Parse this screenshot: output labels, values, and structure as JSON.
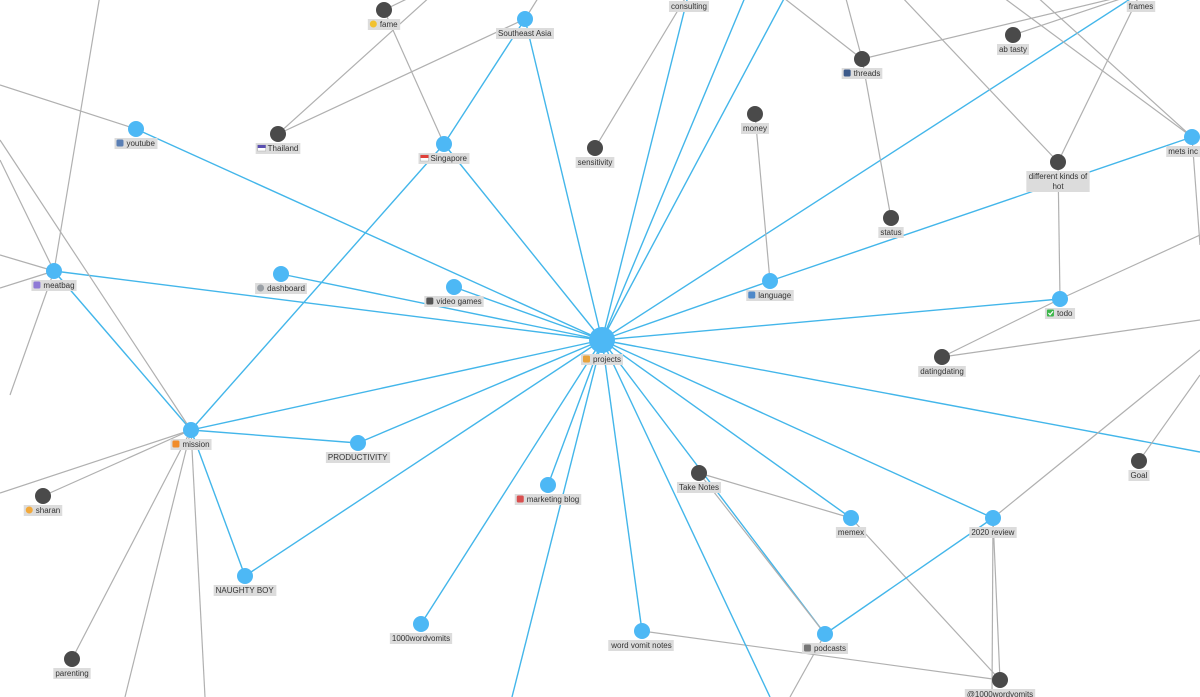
{
  "colors": {
    "active_edge": "#43b6ea",
    "inactive_edge": "#b0b0b0",
    "active_node": "#4db8f5",
    "inactive_node": "#4a4a4a",
    "label_bg": "#dcdcdc",
    "label_text": "#333333",
    "background": "#ffffff"
  },
  "graph": {
    "hub": "projects",
    "nodes": [
      {
        "id": "projects",
        "label": "projects",
        "icon": "flexed-biceps-icon",
        "active": true
      },
      {
        "id": "southeast-asia",
        "label": "Southeast Asia",
        "active": true
      },
      {
        "id": "singapore",
        "label": "Singapore",
        "icon": "singapore-flag-icon",
        "active": true
      },
      {
        "id": "youtube",
        "label": "youtube",
        "icon": "play-button-icon",
        "active": true
      },
      {
        "id": "meatbag",
        "label": "meatbag",
        "icon": "dna-icon",
        "active": true
      },
      {
        "id": "dashboard",
        "label": "dashboard",
        "icon": "gauge-icon",
        "active": true
      },
      {
        "id": "video-games",
        "label": "video games",
        "icon": "game-controller-icon",
        "active": true
      },
      {
        "id": "mission",
        "label": "mission",
        "icon": "fire-icon",
        "active": true
      },
      {
        "id": "productivity",
        "label": "PRODUCTIVITY",
        "active": true
      },
      {
        "id": "marketing-blog",
        "label": "marketing blog",
        "icon": "chart-up-icon",
        "active": true
      },
      {
        "id": "naughty-boy",
        "label": "NAUGHTY BOY",
        "active": true
      },
      {
        "id": "1000wordvomits",
        "label": "1000wordvomits",
        "active": true
      },
      {
        "id": "word-vomit-notes",
        "label": "word vomit notes",
        "active": true
      },
      {
        "id": "podcasts",
        "label": "podcasts",
        "icon": "microphone-icon",
        "active": true
      },
      {
        "id": "memex",
        "label": "memex",
        "active": true
      },
      {
        "id": "2020-review",
        "label": "2020 review",
        "active": true
      },
      {
        "id": "todo",
        "label": "todo",
        "icon": "check-mark-icon",
        "active": true
      },
      {
        "id": "language",
        "label": "language",
        "icon": "language-icon",
        "active": true
      },
      {
        "id": "mets-inc",
        "label": "mets inc",
        "active": true
      },
      {
        "id": "fame",
        "label": "fame",
        "icon": "star-face-icon",
        "active": false
      },
      {
        "id": "consulting",
        "label": "consulting",
        "active": false
      },
      {
        "id": "frames",
        "label": "frames",
        "active": false
      },
      {
        "id": "ab-tasty",
        "label": "ab tasty",
        "active": false
      },
      {
        "id": "threads",
        "label": "threads",
        "icon": "spool-icon",
        "active": false
      },
      {
        "id": "money",
        "label": "money",
        "active": false
      },
      {
        "id": "thailand",
        "label": "Thailand",
        "icon": "thailand-flag-icon",
        "active": false
      },
      {
        "id": "sensitivity",
        "label": "sensitivity",
        "active": false
      },
      {
        "id": "different-kinds-of-hot",
        "label": "different kinds of hot",
        "active": false
      },
      {
        "id": "status",
        "label": "status",
        "active": false
      },
      {
        "id": "datingdating",
        "label": "datingdating",
        "active": false
      },
      {
        "id": "goal",
        "label": "Goal",
        "active": false
      },
      {
        "id": "take-notes",
        "label": "Take Notes",
        "active": false
      },
      {
        "id": "sharan",
        "label": "sharan",
        "icon": "smiling-face-icon",
        "active": false
      },
      {
        "id": "parenting",
        "label": "parenting",
        "active": false
      },
      {
        "id": "1000wordvomits-handle",
        "label": "@1000wordvomits",
        "active": false
      }
    ],
    "edges": [
      [
        "projects",
        "southeast-asia"
      ],
      [
        "projects",
        "singapore"
      ],
      [
        "projects",
        "youtube"
      ],
      [
        "projects",
        "meatbag"
      ],
      [
        "projects",
        "dashboard"
      ],
      [
        "projects",
        "video-games"
      ],
      [
        "projects",
        "mission"
      ],
      [
        "projects",
        "productivity"
      ],
      [
        "projects",
        "marketing-blog"
      ],
      [
        "projects",
        "naughty-boy"
      ],
      [
        "projects",
        "1000wordvomits"
      ],
      [
        "projects",
        "word-vomit-notes"
      ],
      [
        "projects",
        "podcasts"
      ],
      [
        "projects",
        "memex"
      ],
      [
        "projects",
        "2020-review"
      ],
      [
        "projects",
        "todo"
      ],
      [
        "projects",
        "language"
      ],
      [
        "language",
        "mets-inc"
      ],
      [
        "projects",
        "consulting"
      ],
      [
        "projects",
        "frames"
      ],
      [
        "southeast-asia",
        "thailand"
      ],
      [
        "southeast-asia",
        "singapore"
      ],
      [
        "fame",
        "singapore"
      ],
      [
        "sensitivity",
        "consulting"
      ],
      [
        "threads",
        "frames"
      ],
      [
        "threads",
        "status"
      ],
      [
        "ab-tasty",
        "frames"
      ],
      [
        "money",
        "language"
      ],
      [
        "different-kinds-of-hot",
        "frames"
      ],
      [
        "mission",
        "singapore"
      ],
      [
        "mission",
        "meatbag"
      ],
      [
        "mission",
        "naughty-boy"
      ],
      [
        "mission",
        "productivity"
      ],
      [
        "mission",
        "sharan"
      ],
      [
        "mission",
        "parenting"
      ],
      [
        "take-notes",
        "podcasts"
      ],
      [
        "take-notes",
        "memex"
      ],
      [
        "memex",
        "1000wordvomits-handle"
      ],
      [
        "word-vomit-notes",
        "1000wordvomits-handle"
      ],
      [
        "2020-review",
        "1000wordvomits-handle"
      ],
      [
        "podcasts",
        "2020-review"
      ],
      [
        "datingdating",
        "todo"
      ],
      [
        "todo",
        "different-kinds-of-hot"
      ]
    ]
  }
}
